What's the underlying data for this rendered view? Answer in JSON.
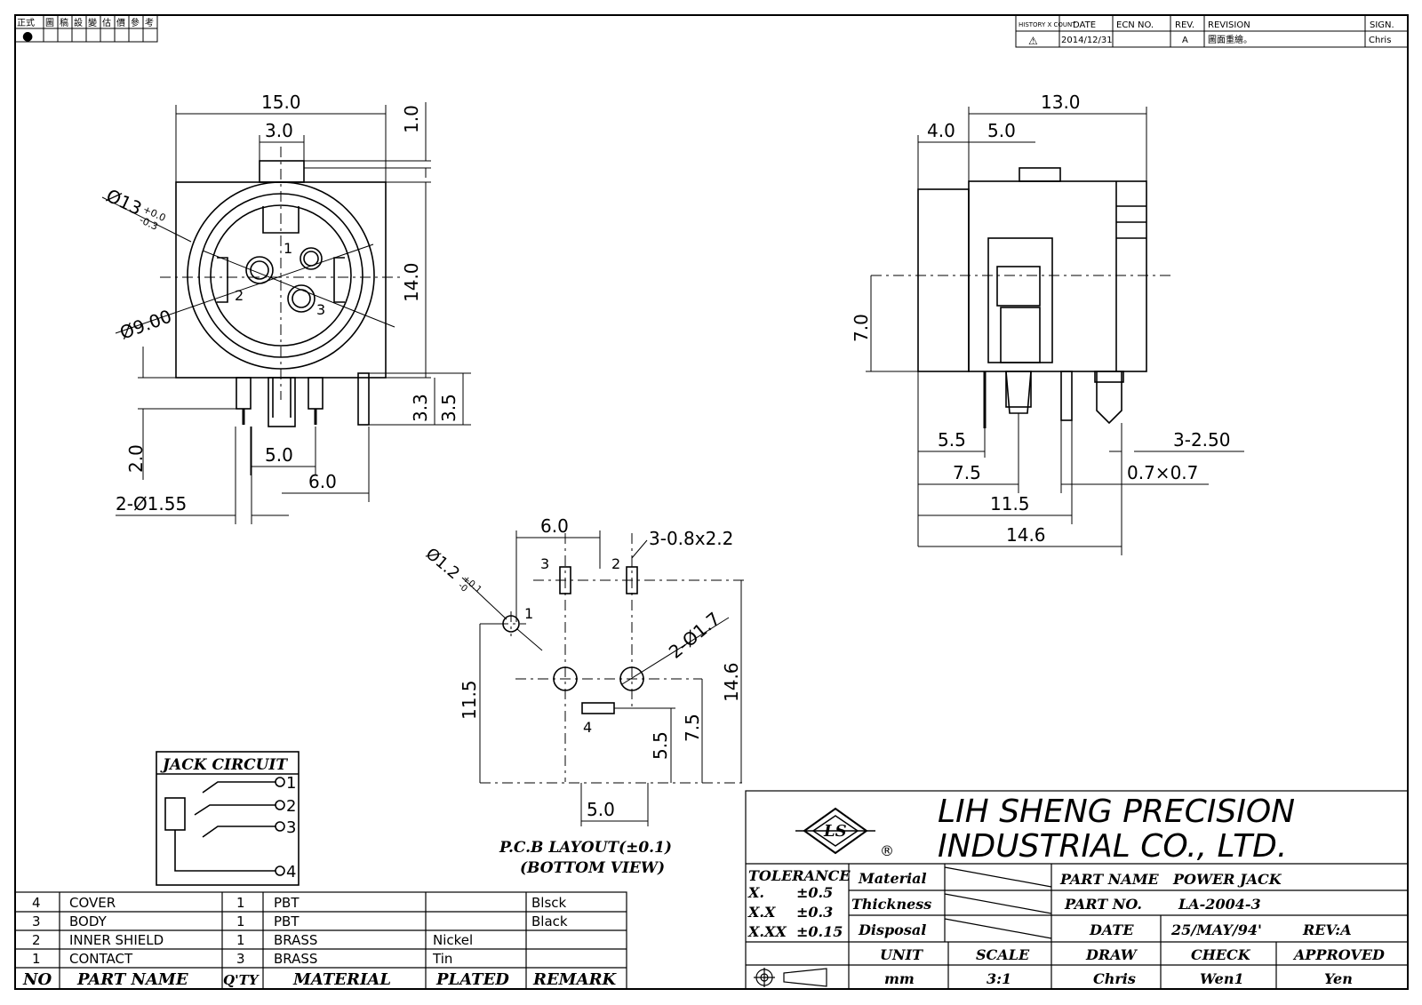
{
  "stamp_header": {
    "cells": [
      "正式",
      "圖",
      "稿",
      "設",
      "變",
      "估",
      "價",
      "參",
      "考"
    ],
    "filled_marker": "●"
  },
  "revision_block": {
    "headers": [
      "HISTORY X COUNT",
      "DATE",
      "ECN NO.",
      "REV.",
      "REVISION",
      "SIGN."
    ],
    "row": {
      "count": "⚠",
      "date": "2014/12/31",
      "ecn": "",
      "rev": "A",
      "revision": "圖面重繪。",
      "sign": "Chris"
    }
  },
  "front_view": {
    "dims": {
      "width": "15.0",
      "tab_width": "3.0",
      "tab_height": "1.0",
      "height": "14.0",
      "outer_dia": "Ø13",
      "outer_tol_upper": "+0.0",
      "outer_tol_lower": "-0.3",
      "inner_dia": "Ø9.00",
      "pin_len_a": "3.3",
      "pin_len_b": "3.5",
      "pin_offset": "2.0",
      "pin_pitch": "5.0",
      "pin_side": "6.0",
      "hole_dia": "2-Ø1.55"
    },
    "pins": [
      "1",
      "2",
      "3"
    ]
  },
  "side_view": {
    "dims": {
      "depth": "13.0",
      "front": "4.0",
      "tab_pos": "5.0",
      "center_height": "7.0",
      "d1": "5.5",
      "d2": "7.5",
      "d3": "11.5",
      "d4": "14.6",
      "holes": "3-2.50",
      "pin_section": "0.7×0.7"
    }
  },
  "pcb_layout": {
    "title": "P.C.B LAYOUT(±0.1)",
    "subtitle": "(BOTTOM VIEW)",
    "dims": {
      "span": "6.0",
      "slots": "3-0.8x2.2",
      "hole_main": "Ø1.2",
      "hole_tol_upper": "+0.1",
      "hole_tol_lower": "-0",
      "holes": "2-Ø1.7",
      "h1": "11.5",
      "h2": "14.6",
      "h3": "5.5",
      "h4": "7.5",
      "bottom": "5.0"
    },
    "pins": [
      "1",
      "2",
      "3",
      "4"
    ]
  },
  "jack_circuit": {
    "title": "JACK CIRCUIT",
    "terminals": [
      "1",
      "2",
      "3",
      "4"
    ]
  },
  "bom": {
    "headers": [
      "NO",
      "PART NAME",
      "Q'TY",
      "MATERIAL",
      "PLATED",
      "REMARK"
    ],
    "rows": [
      {
        "no": "4",
        "name": "COVER",
        "qty": "1",
        "material": "PBT",
        "plated": "",
        "remark": "Blsck"
      },
      {
        "no": "3",
        "name": "BODY",
        "qty": "1",
        "material": "PBT",
        "plated": "",
        "remark": "Black"
      },
      {
        "no": "2",
        "name": "INNER SHIELD",
        "qty": "1",
        "material": "BRASS",
        "plated": "Nickel",
        "remark": ""
      },
      {
        "no": "1",
        "name": "CONTACT",
        "qty": "3",
        "material": "BRASS",
        "plated": "Tin",
        "remark": ""
      }
    ]
  },
  "title_block": {
    "company_line1": "LIH SHENG PRECISION",
    "company_line2": "INDUSTRIAL CO., LTD.",
    "logo": "LS",
    "registered": "®",
    "tolerance_label": "TOLERANCE",
    "tolerances": [
      {
        "k": "X.",
        "v": "±0.5"
      },
      {
        "k": "X.X",
        "v": "±0.3"
      },
      {
        "k": "X.XX",
        "v": "±0.15"
      }
    ],
    "material_label": "Material",
    "thickness_label": "Thickness",
    "disposal_label": "Disposal",
    "part_name_label": "PART NAME",
    "part_name": "POWER JACK",
    "part_no_label": "PART NO.",
    "part_no": "LA-2004-3",
    "date_label": "DATE",
    "date": "25/MAY/94'",
    "rev": "REV:A",
    "footer_headers": [
      "UNIT",
      "SCALE",
      "DRAW",
      "CHECK",
      "APPROVED"
    ],
    "footer_values": [
      "mm",
      "3:1",
      "Chris",
      "Wen1",
      "Yen"
    ]
  }
}
